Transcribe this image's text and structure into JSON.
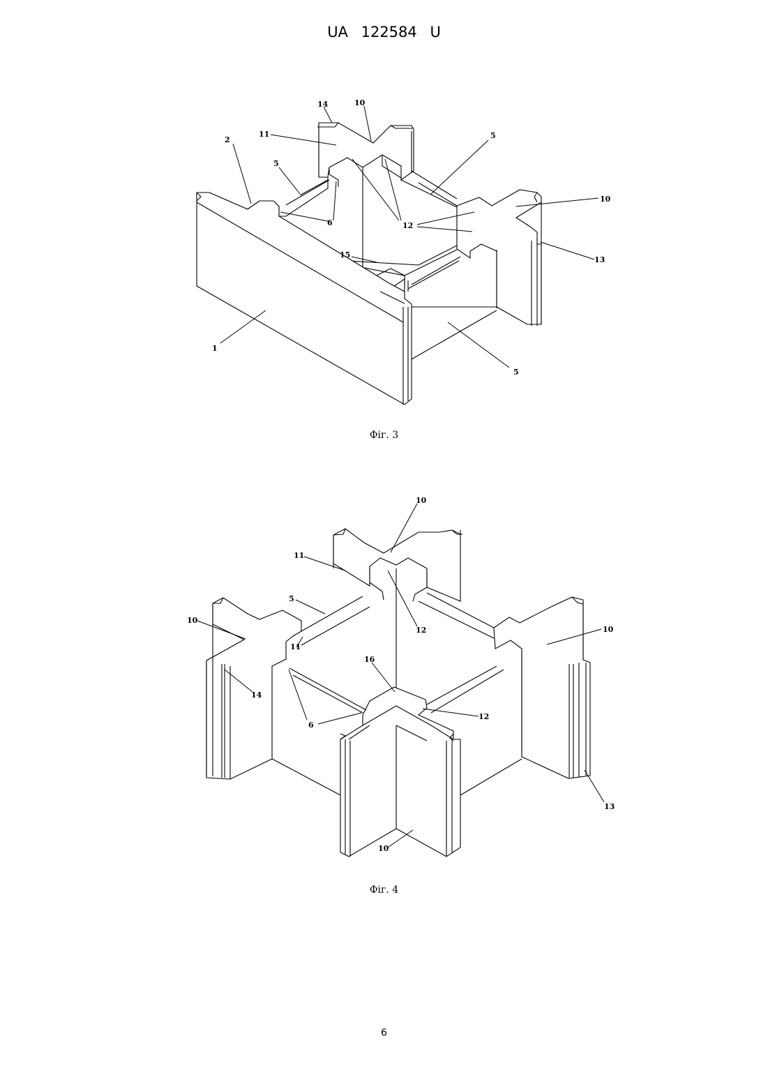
{
  "header": {
    "patent_number": "UA   122584   U"
  },
  "figure3": {
    "caption": "Фіг. 3",
    "labels": [
      "14",
      "10",
      "11",
      "2",
      "5",
      "5",
      "6",
      "12",
      "10",
      "13",
      "15",
      "1",
      "5"
    ]
  },
  "figure4": {
    "caption": "Фіг. 4",
    "labels": [
      "10",
      "11",
      "5",
      "10",
      "11",
      "12",
      "10",
      "16",
      "14",
      "6",
      "12",
      "13",
      "10"
    ]
  },
  "footer": {
    "page_number": "6"
  }
}
